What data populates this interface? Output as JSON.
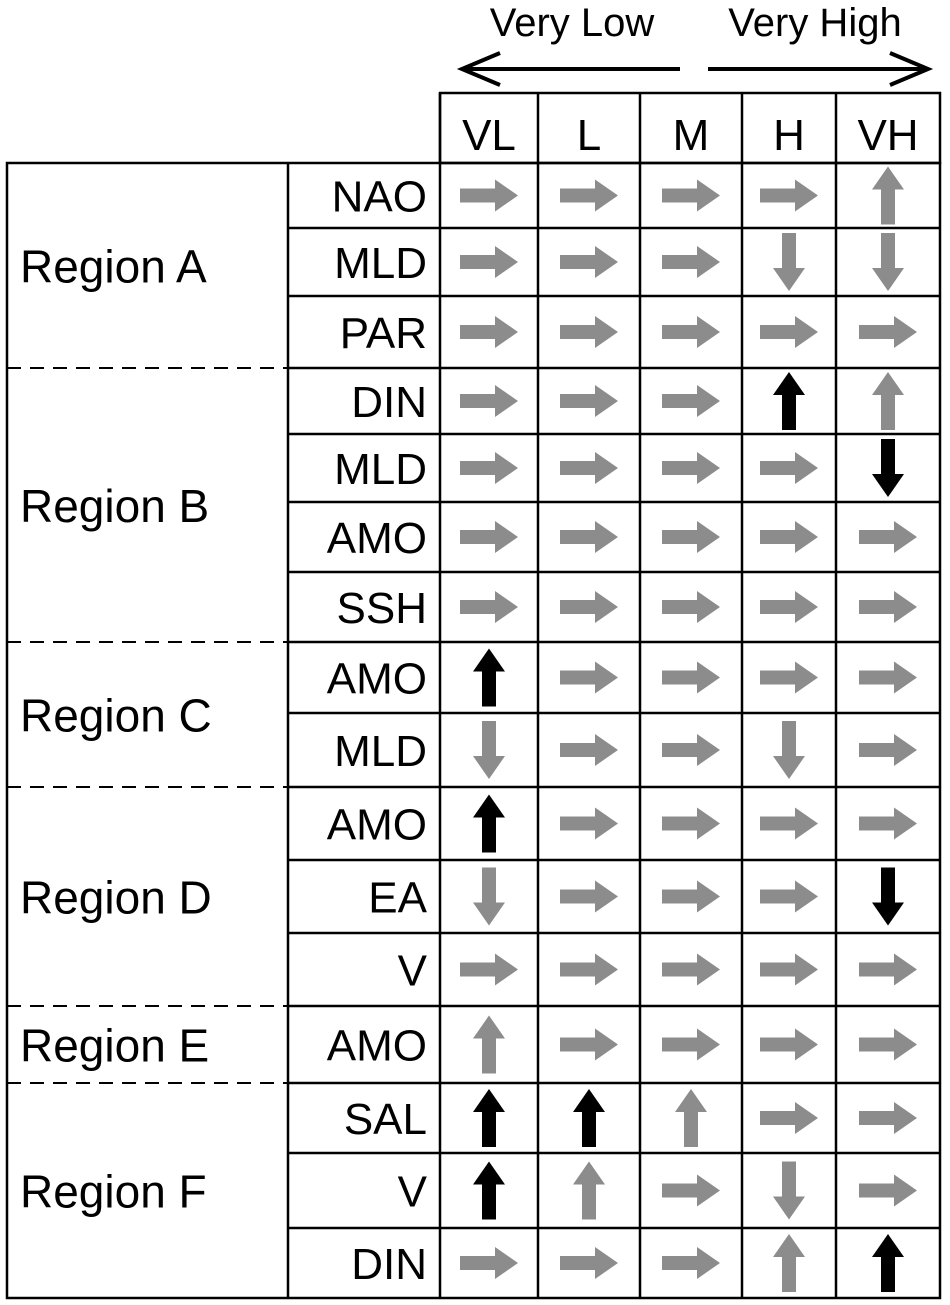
{
  "header": {
    "left_label": "Very Low",
    "right_label": "Very High"
  },
  "columns": [
    "VL",
    "L",
    "M",
    "H",
    "VH"
  ],
  "colors": {
    "gray_arrow": "#8c8c8c",
    "black_arrow": "#000000",
    "line": "#000000"
  },
  "arrow_key": {
    "right": "right-arrow-icon",
    "up": "up-arrow-icon",
    "down": "down-arrow-icon"
  },
  "regions": [
    {
      "name": "Region A",
      "rows": [
        {
          "var": "NAO",
          "cells": [
            [
              "right",
              "gray"
            ],
            [
              "right",
              "gray"
            ],
            [
              "right",
              "gray"
            ],
            [
              "right",
              "gray"
            ],
            [
              "up",
              "gray"
            ]
          ]
        },
        {
          "var": "MLD",
          "cells": [
            [
              "right",
              "gray"
            ],
            [
              "right",
              "gray"
            ],
            [
              "right",
              "gray"
            ],
            [
              "down",
              "gray"
            ],
            [
              "down",
              "gray"
            ]
          ]
        },
        {
          "var": "PAR",
          "cells": [
            [
              "right",
              "gray"
            ],
            [
              "right",
              "gray"
            ],
            [
              "right",
              "gray"
            ],
            [
              "right",
              "gray"
            ],
            [
              "right",
              "gray"
            ]
          ]
        }
      ]
    },
    {
      "name": "Region B",
      "rows": [
        {
          "var": "DIN",
          "cells": [
            [
              "right",
              "gray"
            ],
            [
              "right",
              "gray"
            ],
            [
              "right",
              "gray"
            ],
            [
              "up",
              "black"
            ],
            [
              "up",
              "gray"
            ]
          ]
        },
        {
          "var": "MLD",
          "cells": [
            [
              "right",
              "gray"
            ],
            [
              "right",
              "gray"
            ],
            [
              "right",
              "gray"
            ],
            [
              "right",
              "gray"
            ],
            [
              "down",
              "black"
            ]
          ]
        },
        {
          "var": "AMO",
          "cells": [
            [
              "right",
              "gray"
            ],
            [
              "right",
              "gray"
            ],
            [
              "right",
              "gray"
            ],
            [
              "right",
              "gray"
            ],
            [
              "right",
              "gray"
            ]
          ]
        },
        {
          "var": "SSH",
          "cells": [
            [
              "right",
              "gray"
            ],
            [
              "right",
              "gray"
            ],
            [
              "right",
              "gray"
            ],
            [
              "right",
              "gray"
            ],
            [
              "right",
              "gray"
            ]
          ]
        }
      ]
    },
    {
      "name": "Region C",
      "rows": [
        {
          "var": "AMO",
          "cells": [
            [
              "up",
              "black"
            ],
            [
              "right",
              "gray"
            ],
            [
              "right",
              "gray"
            ],
            [
              "right",
              "gray"
            ],
            [
              "right",
              "gray"
            ]
          ]
        },
        {
          "var": "MLD",
          "cells": [
            [
              "down",
              "gray"
            ],
            [
              "right",
              "gray"
            ],
            [
              "right",
              "gray"
            ],
            [
              "down",
              "gray"
            ],
            [
              "right",
              "gray"
            ]
          ]
        }
      ]
    },
    {
      "name": "Region D",
      "rows": [
        {
          "var": "AMO",
          "cells": [
            [
              "up",
              "black"
            ],
            [
              "right",
              "gray"
            ],
            [
              "right",
              "gray"
            ],
            [
              "right",
              "gray"
            ],
            [
              "right",
              "gray"
            ]
          ]
        },
        {
          "var": "EA",
          "cells": [
            [
              "down",
              "gray"
            ],
            [
              "right",
              "gray"
            ],
            [
              "right",
              "gray"
            ],
            [
              "right",
              "gray"
            ],
            [
              "down",
              "black"
            ]
          ]
        },
        {
          "var": "V",
          "cells": [
            [
              "right",
              "gray"
            ],
            [
              "right",
              "gray"
            ],
            [
              "right",
              "gray"
            ],
            [
              "right",
              "gray"
            ],
            [
              "right",
              "gray"
            ]
          ]
        }
      ]
    },
    {
      "name": "Region E",
      "rows": [
        {
          "var": "AMO",
          "cells": [
            [
              "up",
              "gray"
            ],
            [
              "right",
              "gray"
            ],
            [
              "right",
              "gray"
            ],
            [
              "right",
              "gray"
            ],
            [
              "right",
              "gray"
            ]
          ]
        }
      ]
    },
    {
      "name": "Region F",
      "rows": [
        {
          "var": "SAL",
          "cells": [
            [
              "up",
              "black"
            ],
            [
              "up",
              "black"
            ],
            [
              "up",
              "gray"
            ],
            [
              "right",
              "gray"
            ],
            [
              "right",
              "gray"
            ]
          ]
        },
        {
          "var": "V",
          "cells": [
            [
              "up",
              "black"
            ],
            [
              "up",
              "gray"
            ],
            [
              "right",
              "gray"
            ],
            [
              "down",
              "gray"
            ],
            [
              "right",
              "gray"
            ]
          ]
        },
        {
          "var": "DIN",
          "cells": [
            [
              "right",
              "gray"
            ],
            [
              "right",
              "gray"
            ],
            [
              "right",
              "gray"
            ],
            [
              "up",
              "gray"
            ],
            [
              "up",
              "black"
            ]
          ]
        }
      ]
    }
  ]
}
